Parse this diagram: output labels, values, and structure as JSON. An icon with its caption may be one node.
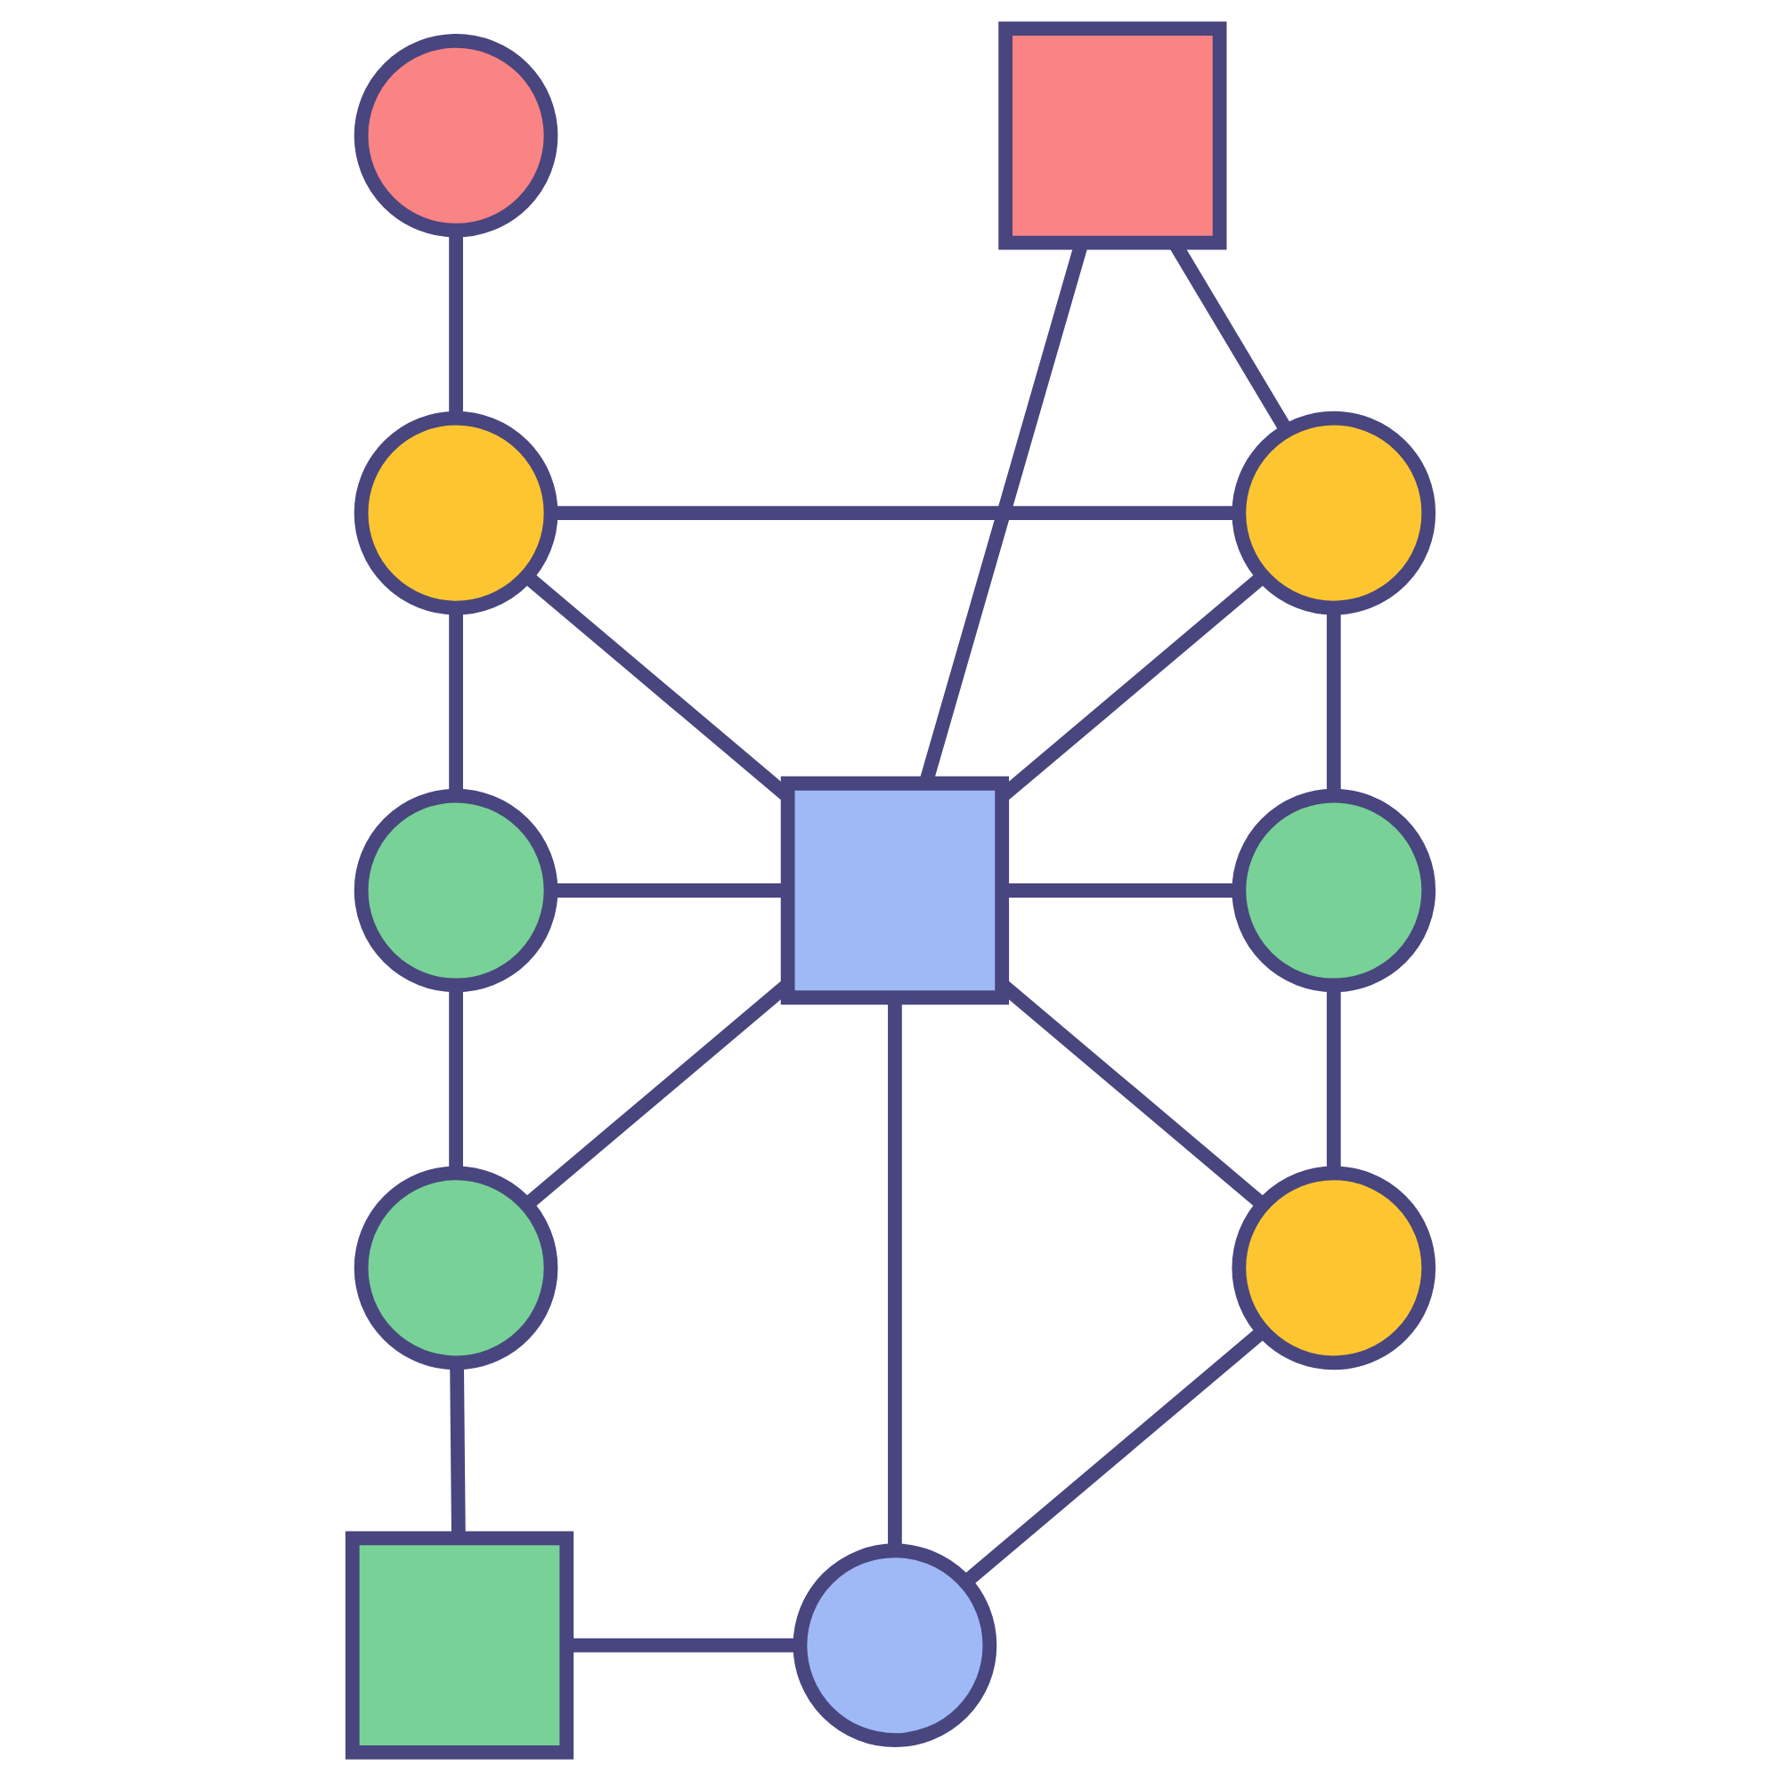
{
  "diagram": {
    "nodes": [
      {
        "text": [],
        "shape": "circle"
      },
      {
        "text": [],
        "shape": "box"
      },
      {
        "text": [],
        "shape": "circle"
      },
      {
        "text": [],
        "shape": "circle"
      },
      {
        "text": [],
        "shape": "circle"
      },
      {
        "text": [],
        "shape": "box"
      },
      {
        "text": [],
        "shape": "circle"
      },
      {
        "text": [],
        "shape": "circle"
      },
      {
        "text": [],
        "shape": "circle"
      },
      {
        "text": [],
        "shape": "box"
      },
      {
        "text": [],
        "shape": "circle"
      }
    ],
    "edges": [
      {
        "from": 0,
        "to": 2,
        "arrow": "none"
      },
      {
        "from": 5,
        "to": 1,
        "arrow": "none"
      },
      {
        "from": 2,
        "to": 3,
        "arrow": "none"
      },
      {
        "from": 2,
        "to": 4,
        "arrow": "none"
      },
      {
        "from": 3,
        "to": 1,
        "arrow": "none"
      },
      {
        "from": 3,
        "to": 6,
        "arrow": "none"
      },
      {
        "from": 5,
        "to": 2,
        "arrow": "none"
      },
      {
        "from": 5,
        "to": 3,
        "arrow": "none"
      },
      {
        "from": 4,
        "to": 5,
        "arrow": "none"
      },
      {
        "from": 5,
        "to": 6,
        "arrow": "none"
      },
      {
        "from": 5,
        "to": 7,
        "arrow": "none"
      },
      {
        "from": 5,
        "to": 8,
        "arrow": "none"
      },
      {
        "from": 7,
        "to": 4,
        "arrow": "none"
      },
      {
        "from": 7,
        "to": 9,
        "arrow": "none"
      },
      {
        "from": 8,
        "to": 6,
        "arrow": "none"
      },
      {
        "from": 8,
        "to": 10,
        "arrow": "none"
      },
      {
        "from": 5,
        "to": 10,
        "arrow": "none"
      },
      {
        "from": 9,
        "to": 10,
        "arrow": "none"
      }
    ]
  }
}
